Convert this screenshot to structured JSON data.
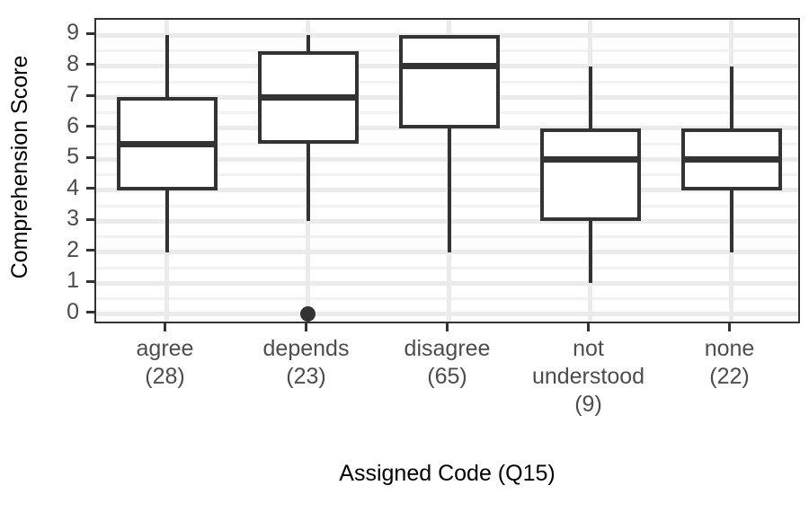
{
  "chart_data": {
    "type": "box",
    "title": "",
    "xlabel": "Assigned Code (Q15)",
    "ylabel": "Comprehension Score",
    "ylim": [
      -0.35,
      9.5
    ],
    "yticks": [
      0,
      1,
      2,
      3,
      4,
      5,
      6,
      7,
      8,
      9
    ],
    "ytick_labels": [
      "0",
      "1",
      "2",
      "3",
      "4",
      "5",
      "6",
      "7",
      "8",
      "9"
    ],
    "grid": "horizontal-major-minor-and-vertical-category",
    "legend": "none",
    "categories": [
      "agree",
      "depends",
      "disagree",
      "not understood",
      "none"
    ],
    "counts": [
      28,
      23,
      65,
      9,
      22
    ],
    "xtick_labels": [
      "agree\n(28)",
      "depends\n(23)",
      "disagree\n(65)",
      "not\nunderstood\n(9)",
      "none\n(22)"
    ],
    "boxes": [
      {
        "category": "agree",
        "count": 28,
        "label_lines": [
          "agree",
          "(28)"
        ],
        "whisker_low": 2,
        "q1": 4,
        "median": 5.5,
        "q3": 7,
        "whisker_high": 9,
        "outliers": []
      },
      {
        "category": "depends",
        "count": 23,
        "label_lines": [
          "depends",
          "(23)"
        ],
        "whisker_low": 3,
        "q1": 5.5,
        "median": 7,
        "q3": 8.5,
        "whisker_high": 9,
        "outliers": [
          0
        ]
      },
      {
        "category": "disagree",
        "count": 65,
        "label_lines": [
          "disagree",
          "(65)"
        ],
        "whisker_low": 2,
        "q1": 6,
        "median": 8,
        "q3": 9,
        "whisker_high": 9,
        "outliers": []
      },
      {
        "category": "not understood",
        "count": 9,
        "label_lines": [
          "not",
          "understood",
          "(9)"
        ],
        "whisker_low": 1,
        "q1": 3,
        "median": 5,
        "q3": 6,
        "whisker_high": 8,
        "outliers": []
      },
      {
        "category": "none",
        "count": 22,
        "label_lines": [
          "none",
          "(22)"
        ],
        "whisker_low": 2,
        "q1": 4,
        "median": 5,
        "q3": 6,
        "whisker_high": 8,
        "outliers": []
      }
    ]
  },
  "style": {
    "ink": "#333333",
    "tick_label_color": "#4d4d4d",
    "axis_title_color": "#000000",
    "panel_background": "#ffffff",
    "grid_major_color": "#ebebeb",
    "grid_minor_color": "#f2f2f2"
  }
}
